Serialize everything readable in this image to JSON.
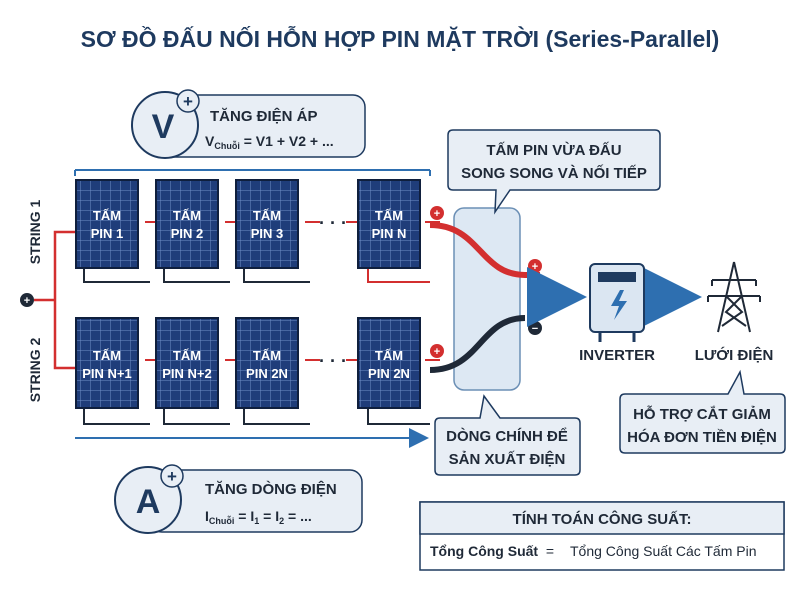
{
  "title": "SƠ ĐỒ ĐẤU NỐI HỖN HỢP PIN MẶT TRỜI (Series-Parallel)",
  "voltage": {
    "letter": "V",
    "plus": "+",
    "heading": "TĂNG ĐIỆN ÁP",
    "formula_main": "V",
    "formula_sub": "Chuỗi",
    "formula_rest": " = V1 + V2 + ..."
  },
  "current": {
    "letter": "A",
    "plus": "+",
    "heading": "TĂNG DÒNG ĐIỆN",
    "formula_main": "I",
    "formula_sub": "Chuỗi",
    "formula_eq1": " = I",
    "formula_sub1": "1",
    "formula_eq2": " = I",
    "formula_sub2": "2",
    "formula_end": " = ..."
  },
  "strings": {
    "string1_label": "STRING 1",
    "string2_label": "STRING 2",
    "string1_panels": [
      {
        "line1": "TẤM",
        "line2": "PIN 1"
      },
      {
        "line1": "TẤM",
        "line2": "PIN 2"
      },
      {
        "line1": "TẤM",
        "line2": "PIN 3"
      },
      {
        "line1": "TẤM",
        "line2": "PIN N"
      }
    ],
    "string2_panels": [
      {
        "line1": "TẤM",
        "line2": "PIN N+1"
      },
      {
        "line1": "TẤM",
        "line2": "PIN N+2"
      },
      {
        "line1": "TẤM",
        "line2": "PIN 2N"
      },
      {
        "line1": "TẤM",
        "line2": "PIN 2N"
      }
    ],
    "ellipsis": "· · ·",
    "plus_sign": "+",
    "minus_sign": "−"
  },
  "junction_callout": {
    "line1": "TẤM PIN VỪA ĐẤU",
    "line2": "SONG SONG VÀ NỐI TIẾP"
  },
  "main_flow_callout": {
    "line1": "DÒNG CHÍNH ĐỂ",
    "line2": "SẢN XUẤT ĐIỆN"
  },
  "inverter_label": "INVERTER",
  "grid_label": "LƯỚI ĐIỆN",
  "grid_callout": {
    "line1": "HỖ TRỢ CẮT GIẢM",
    "line2": "HÓA ĐƠN TIỀN ĐIỆN"
  },
  "calculation": {
    "heading": "TÍNH TOÁN CÔNG SUẤT:",
    "left": "Tổng Công Suất",
    "equals": "=",
    "right": "Tổng Công Suất Các Tấm Pin"
  },
  "colors": {
    "navy": "#1e3a5f",
    "panel": "#1f3d7a",
    "positive": "#d32f2f",
    "negative": "#1f2937",
    "accent": "#2e6fb0",
    "bubble": "#e8eef5"
  }
}
